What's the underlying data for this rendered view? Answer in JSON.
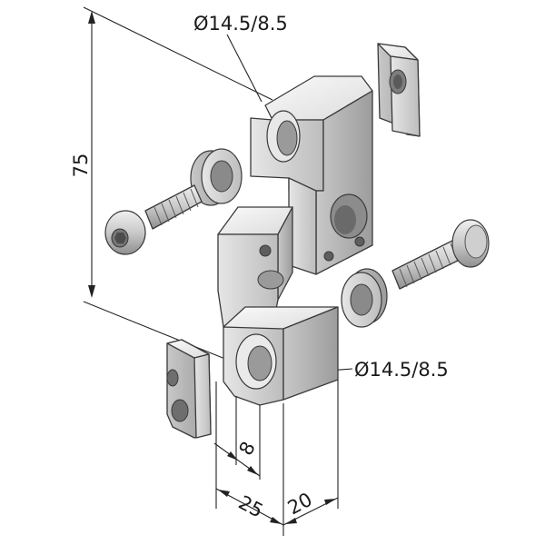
{
  "dimensions": {
    "top_bore": "Ø14.5/8.5",
    "bottom_bore": "Ø14.5/8.5",
    "height": "75",
    "offset": "8",
    "width_a": "25",
    "width_b": "20"
  },
  "colors": {
    "part_light": "#f2f2f2",
    "part_mid": "#d9d9d9",
    "part_dark": "#b4b4b4",
    "outline": "#3a3a3a",
    "dimension": "#222222"
  }
}
